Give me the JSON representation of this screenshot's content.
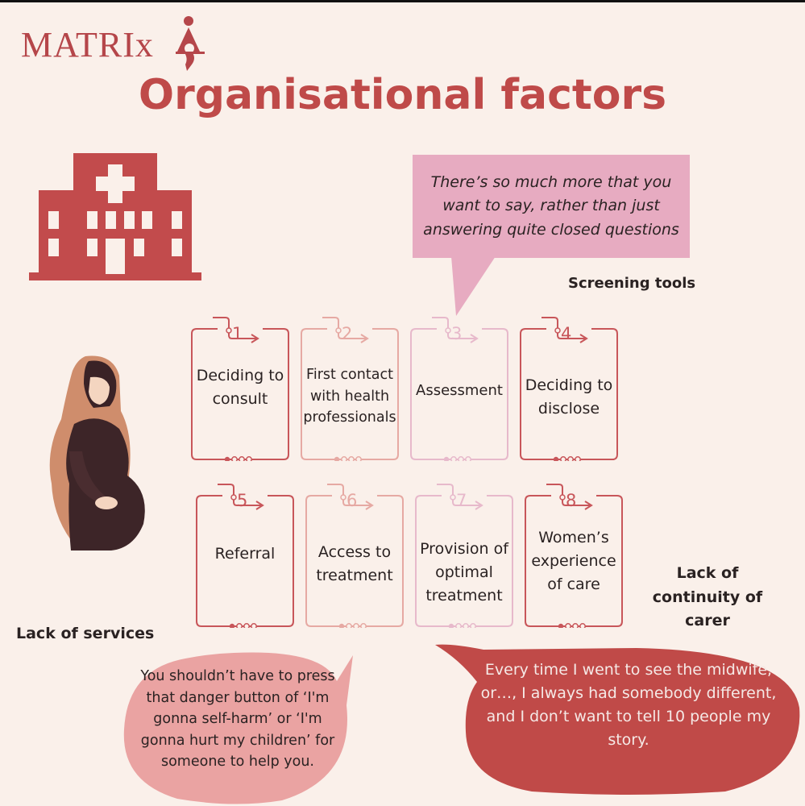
{
  "header": {
    "logo_text": "MATRIx",
    "title": "Organisational factors"
  },
  "quotes": {
    "top": "There’s so much more that you want to say, rather than just answering quite closed questions",
    "left": "You shouldn’t have to press that danger button of ‘I'm gonna self-harm’ or ‘I'm gonna hurt my children’ for someone to help you.",
    "right": "Every time I went to see the midwife, or…, I always had somebody different, and I don’t want to tell 10 people my story."
  },
  "labels": {
    "screening": "Screening tools",
    "lack_services": "Lack of services",
    "lack_continuity": "Lack of continuity of carer"
  },
  "steps": [
    {
      "num": "1",
      "label": "Deciding to consult",
      "color": "#c8565a"
    },
    {
      "num": "2",
      "label": "First contact with health professionals",
      "color": "#e6a9a3"
    },
    {
      "num": "3",
      "label": "Assessment",
      "color": "#e7b9cb"
    },
    {
      "num": "4",
      "label": "Deciding to disclose",
      "color": "#c8565a"
    },
    {
      "num": "5",
      "label": "Referral",
      "color": "#c8565a"
    },
    {
      "num": "6",
      "label": "Access to treatment",
      "color": "#e6a9a3"
    },
    {
      "num": "7",
      "label": "Provision of optimal treatment",
      "color": "#e7b9cb"
    },
    {
      "num": "8",
      "label": "Women’s experience of care",
      "color": "#c8565a"
    }
  ],
  "icons": {
    "logo": "pregnant-woman-logo-icon",
    "hospital": "hospital-icon",
    "woman": "pregnant-woman-hijab-illustration"
  },
  "colors": {
    "primary": "#bf4a49",
    "pink": "#e7abc1",
    "background": "#faf0ea",
    "dark_bubble": "#c04a48"
  }
}
